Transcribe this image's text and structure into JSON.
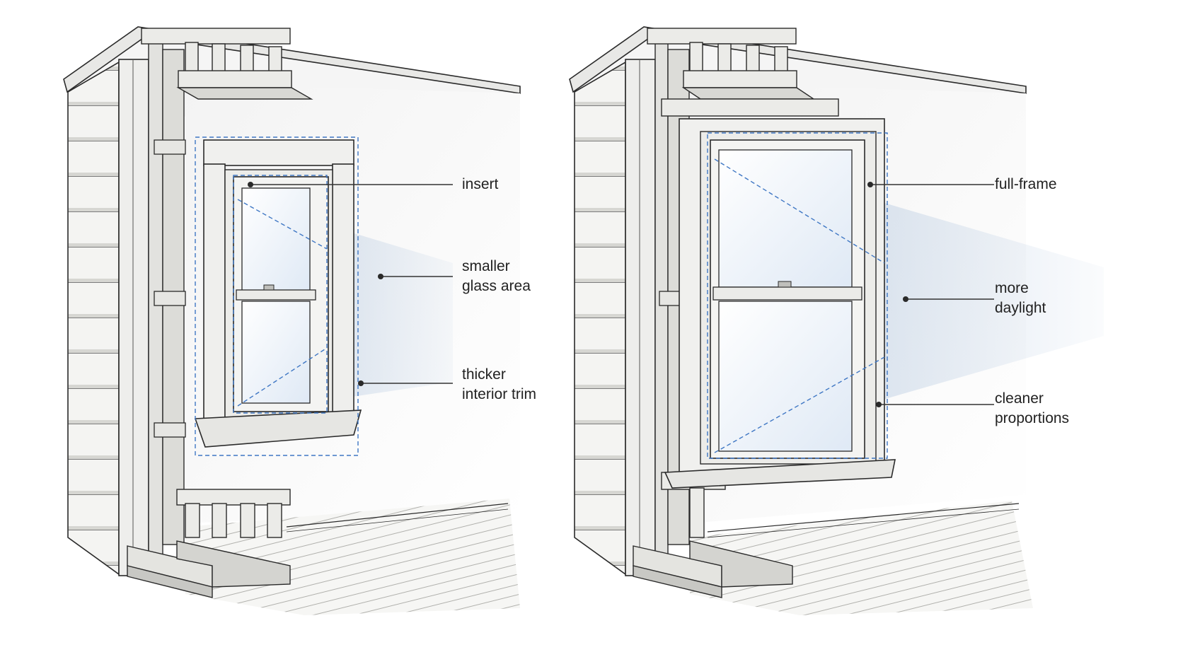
{
  "colors": {
    "ink": "#2a2a2a",
    "wood_light": "#f2f2f0",
    "wood_shade": "#d9d9d6",
    "wall": "#f7f7f7",
    "glass": "#e3ecf6",
    "daylight_blue": "#9fb9d8",
    "guide_blue": "#3f77c4",
    "leader": "#333333"
  },
  "left_panel": {
    "callouts": [
      {
        "id": "insert",
        "lines": [
          "insert"
        ]
      },
      {
        "id": "smaller-glass-area",
        "lines": [
          "smaller",
          "glass area"
        ]
      },
      {
        "id": "thicker-interior-trim",
        "lines": [
          "thicker",
          "interior trim"
        ]
      }
    ]
  },
  "right_panel": {
    "callouts": [
      {
        "id": "full-frame",
        "lines": [
          "full-frame"
        ]
      },
      {
        "id": "more-daylight",
        "lines": [
          "more",
          "daylight"
        ]
      },
      {
        "id": "cleaner-proportions",
        "lines": [
          "cleaner",
          "proportions"
        ]
      }
    ]
  }
}
